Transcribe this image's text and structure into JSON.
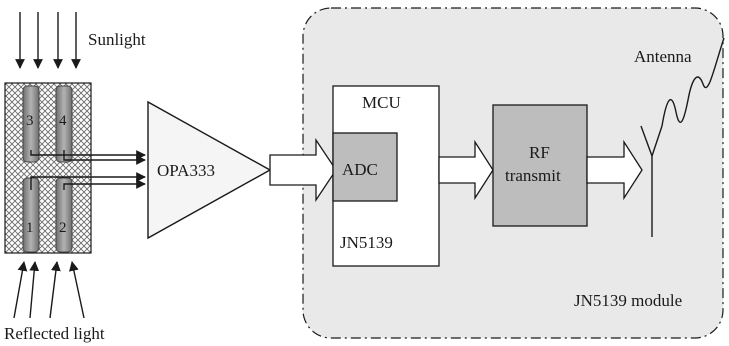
{
  "labels": {
    "sunlight": "Sunlight",
    "reflected_light": "Reflected light",
    "amplifier": "OPA333",
    "mcu": "MCU",
    "adc": "ADC",
    "chip": "JN5139",
    "rf_line1": "RF",
    "rf_line2": "transmit",
    "antenna": "Antenna",
    "module": "JN5139 module",
    "sensor_3": "3",
    "sensor_4": "4",
    "sensor_1": "1",
    "sensor_2": "2"
  },
  "colors": {
    "module_fill": "#e9e9e9",
    "block_gray": "#bdbdbd",
    "sensor_bar": "#8c8c8c",
    "line": "#1a1a1a"
  }
}
